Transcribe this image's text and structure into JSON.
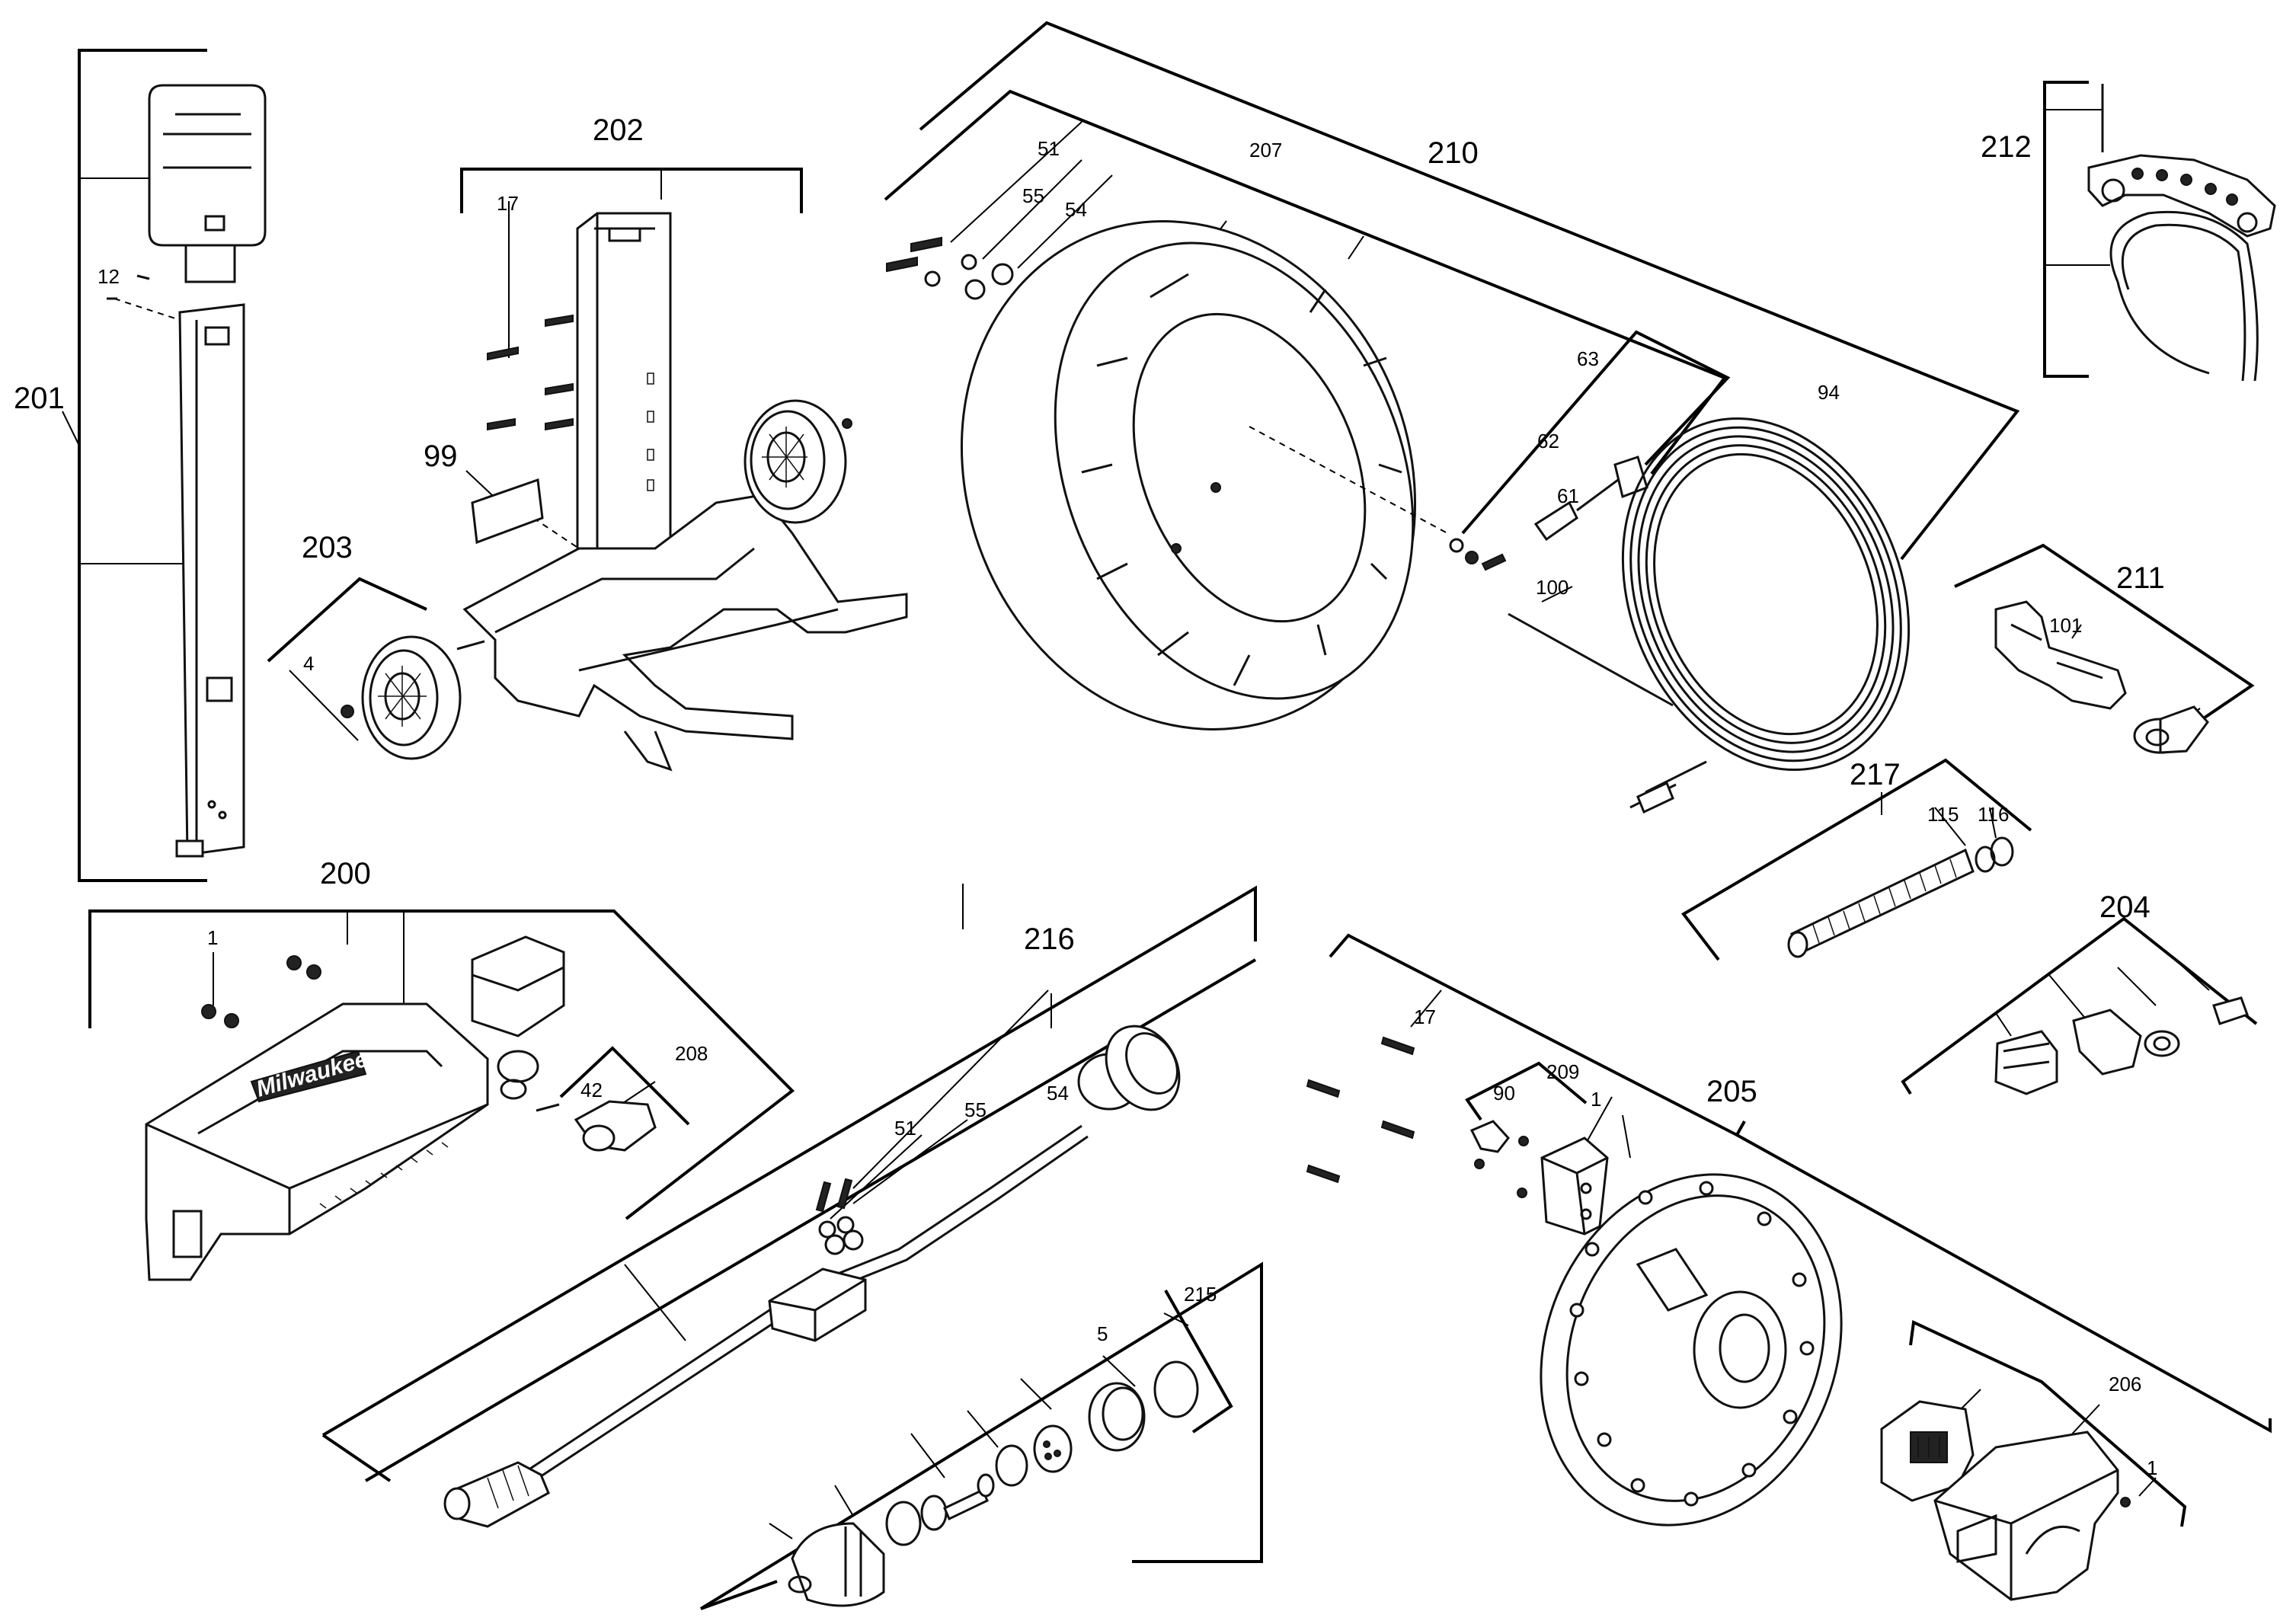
{
  "labels": {
    "l200": "200",
    "l201": "201",
    "l202": "202",
    "l203": "203",
    "l204": "204",
    "l205": "205",
    "l206": "206",
    "l207": "207",
    "l208": "208",
    "l209": "209",
    "l210": "210",
    "l211": "211",
    "l212": "212",
    "l215": "215",
    "l216": "216",
    "l217": "217",
    "p1a": "1",
    "p1b": "1",
    "p1c": "1",
    "p4": "4",
    "p5": "5",
    "p12": "12",
    "p17a": "17",
    "p17b": "17",
    "p42": "42",
    "p51a": "51",
    "p51b": "51",
    "p54a": "54",
    "p54b": "54",
    "p55a": "55",
    "p55b": "55",
    "p61": "61",
    "p62": "62",
    "p63": "63",
    "p90": "90",
    "p94": "94",
    "p99": "99",
    "p100": "100",
    "p101": "101",
    "p115": "115",
    "p116": "116"
  },
  "logo_text": "Milwaukee"
}
